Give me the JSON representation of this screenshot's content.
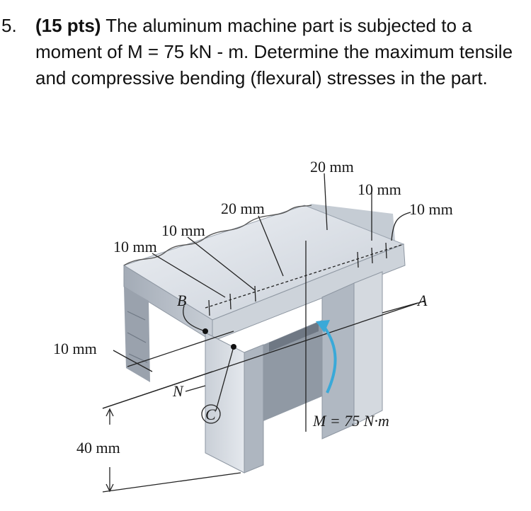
{
  "problem": {
    "number": "5.",
    "points": "(15 pts)",
    "statement": " The aluminum machine part is subjected to a moment of M = 75 kN - m. Determine the maximum tensile and compressive bending (flexural) stresses in the part."
  },
  "figure": {
    "dim_top_20": "20 mm",
    "dim_top_10a": "10 mm",
    "dim_top_10b": "10 mm",
    "dim_mid_20": "20 mm",
    "dim_left_10a": "10 mm",
    "dim_left_10b": "10 mm",
    "dim_side_10": "10 mm",
    "dim_height_40": "40 mm",
    "point_b": "B",
    "point_a": "A",
    "point_n": "N",
    "point_c": "C",
    "moment_label": "M = 75 N·m",
    "colors": {
      "metal_top": "#dfe3e9",
      "metal_front": "#b9c0c9",
      "metal_dark": "#8e97a3",
      "arrow": "#3aa9d8"
    }
  }
}
